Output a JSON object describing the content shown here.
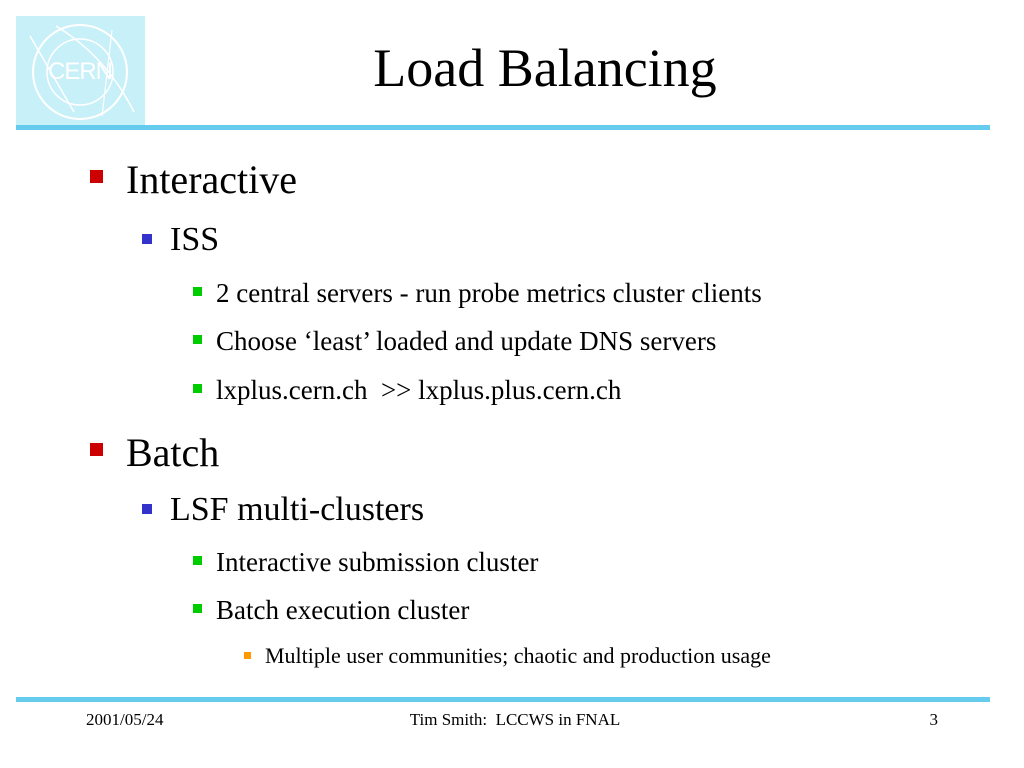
{
  "logo": {
    "text": "CERN"
  },
  "title": "Load Balancing",
  "bullets": {
    "interactive": "Interactive",
    "iss": "ISS",
    "iss_1": "2 central servers - run probe metrics cluster clients",
    "iss_2": "Choose ‘least’ loaded and update DNS servers",
    "iss_3": "lxplus.cern.ch  >> lxplus.plus.cern.ch",
    "batch": "Batch",
    "lsf": "LSF multi-clusters",
    "lsf_1": "Interactive submission cluster",
    "lsf_2": "Batch execution cluster",
    "lsf_2_1": "Multiple user communities; chaotic and production usage"
  },
  "footer": {
    "date": "2001/05/24",
    "center": "Tim Smith:  LCCWS in FNAL",
    "page": "3"
  },
  "colors": {
    "bullet_level1": "#cc0000",
    "bullet_level2": "#3333cc",
    "bullet_level3": "#00cc00",
    "bullet_level4": "#ff9900",
    "rule": "#66ccee",
    "logo_bg": "#c8f0f8"
  }
}
